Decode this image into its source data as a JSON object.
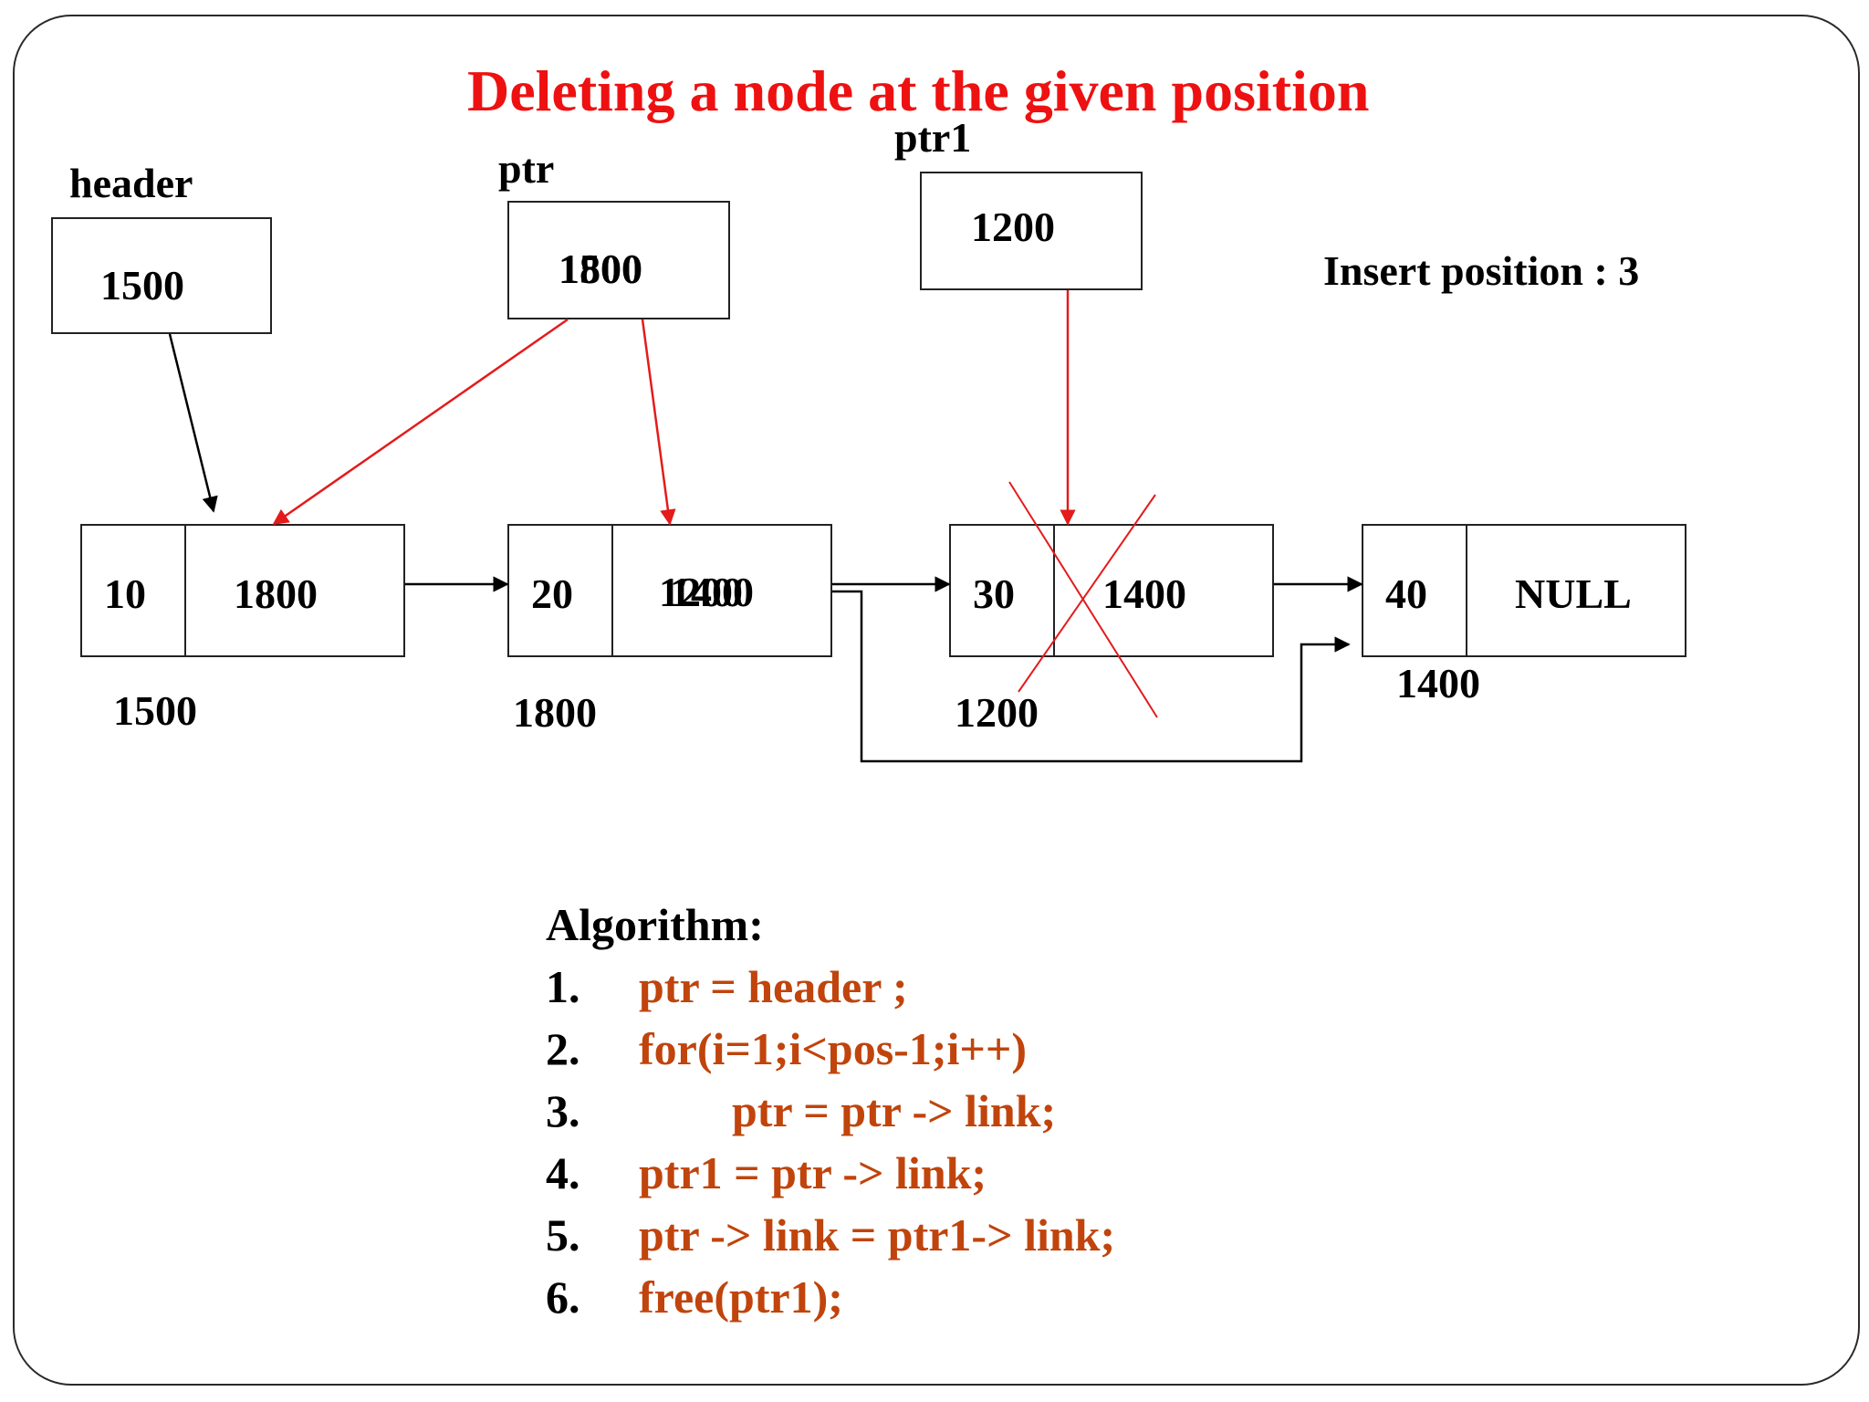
{
  "title": "Deleting a node at the given position",
  "labels": {
    "header": "header",
    "ptr": "ptr",
    "ptr1": "ptr1",
    "insert_position": "Insert position : 3"
  },
  "pointer_boxes": {
    "header_value": "1500",
    "ptr_value_old": "1500",
    "ptr_value_new": "1800",
    "ptr1_value": "1200"
  },
  "nodes": [
    {
      "data": "10",
      "link": "1800",
      "address": "1500"
    },
    {
      "data": "20",
      "link_old": "1200",
      "link_new": "1400",
      "address": "1800"
    },
    {
      "data": "30",
      "link": "1400",
      "address": "1200",
      "deleted": true
    },
    {
      "data": "40",
      "link": "NULL",
      "address": "1400"
    }
  ],
  "algorithm": {
    "heading": "Algorithm:",
    "steps": [
      {
        "num": "1.",
        "code": "ptr = header ;"
      },
      {
        "num": "2.",
        "code": "for(i=1;i<pos-1;i++)"
      },
      {
        "num": "3.",
        "code": "ptr = ptr -> link;"
      },
      {
        "num": "4.",
        "code": "ptr1 = ptr -> link;"
      },
      {
        "num": "5.",
        "code": "ptr -> link = ptr1-> link;"
      },
      {
        "num": "6.",
        "code": "free(ptr1);"
      }
    ]
  },
  "colors": {
    "title": "#ee1111",
    "pointer_arrow_red": "#e41b1b",
    "arrow_black": "#000000",
    "code": "#c0440c"
  }
}
